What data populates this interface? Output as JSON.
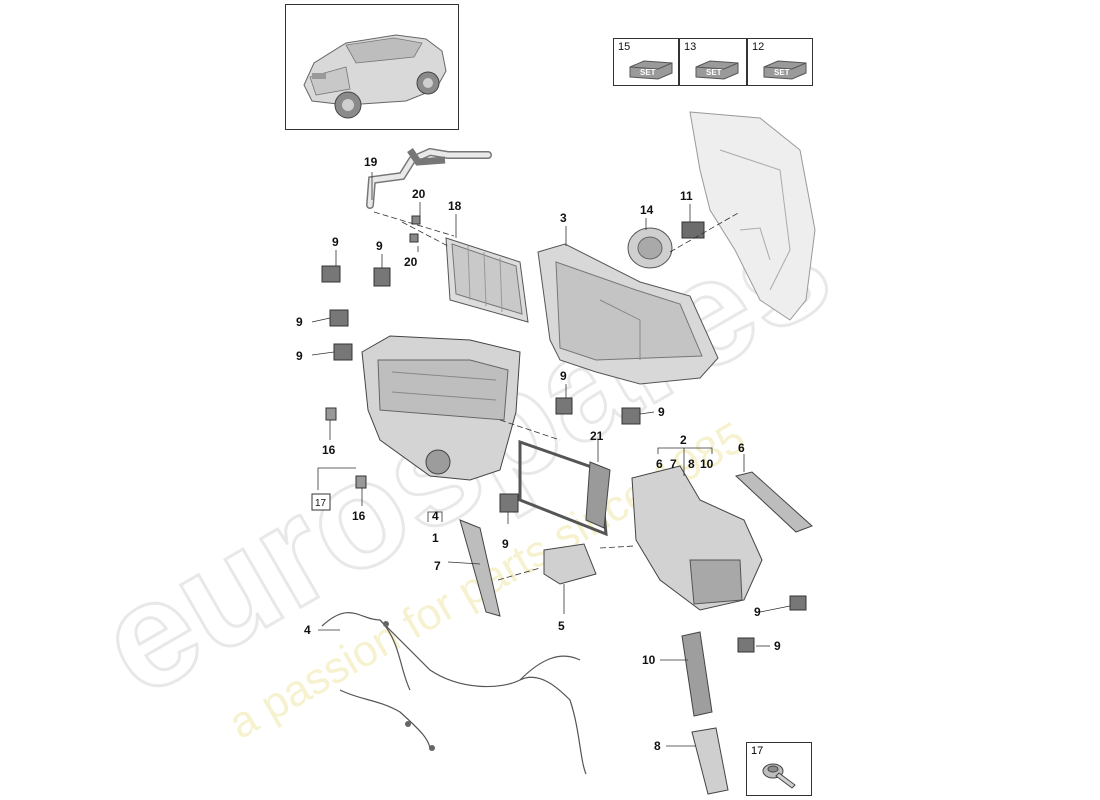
{
  "set_boxes": [
    {
      "number": "15",
      "badge": "SET"
    },
    {
      "number": "13",
      "badge": "SET"
    },
    {
      "number": "12",
      "badge": "SET"
    }
  ],
  "watermark": {
    "brand": "eurospares",
    "tagline": "a passion for parts since 1985"
  },
  "callouts": [
    {
      "id": "c19",
      "text": "19"
    },
    {
      "id": "c20a",
      "text": "20"
    },
    {
      "id": "c20b",
      "text": "20"
    },
    {
      "id": "c18",
      "text": "18"
    },
    {
      "id": "c3",
      "text": "3"
    },
    {
      "id": "c14",
      "text": "14"
    },
    {
      "id": "c11",
      "text": "11"
    },
    {
      "id": "c9a",
      "text": "9"
    },
    {
      "id": "c9b",
      "text": "9"
    },
    {
      "id": "c9c",
      "text": "9"
    },
    {
      "id": "c9d",
      "text": "9"
    },
    {
      "id": "c9e",
      "text": "9"
    },
    {
      "id": "c9f",
      "text": "9"
    },
    {
      "id": "c9g",
      "text": "9"
    },
    {
      "id": "c9h",
      "text": "9"
    },
    {
      "id": "c9i",
      "text": "9"
    },
    {
      "id": "c16a",
      "text": "16"
    },
    {
      "id": "c16b",
      "text": "16"
    },
    {
      "id": "c17",
      "text": "17"
    },
    {
      "id": "c4a",
      "text": "4"
    },
    {
      "id": "c1",
      "text": "1"
    },
    {
      "id": "c21",
      "text": "21"
    },
    {
      "id": "c2",
      "text": "2"
    },
    {
      "id": "c6",
      "text": "6"
    },
    {
      "id": "c7a",
      "text": "7"
    },
    {
      "id": "c5",
      "text": "5"
    },
    {
      "id": "c4b",
      "text": "4"
    },
    {
      "id": "c10",
      "text": "10"
    },
    {
      "id": "c8",
      "text": "8"
    },
    {
      "id": "c17inset",
      "text": "17"
    }
  ],
  "group_2_children": [
    "6",
    "7",
    "8",
    "10"
  ]
}
